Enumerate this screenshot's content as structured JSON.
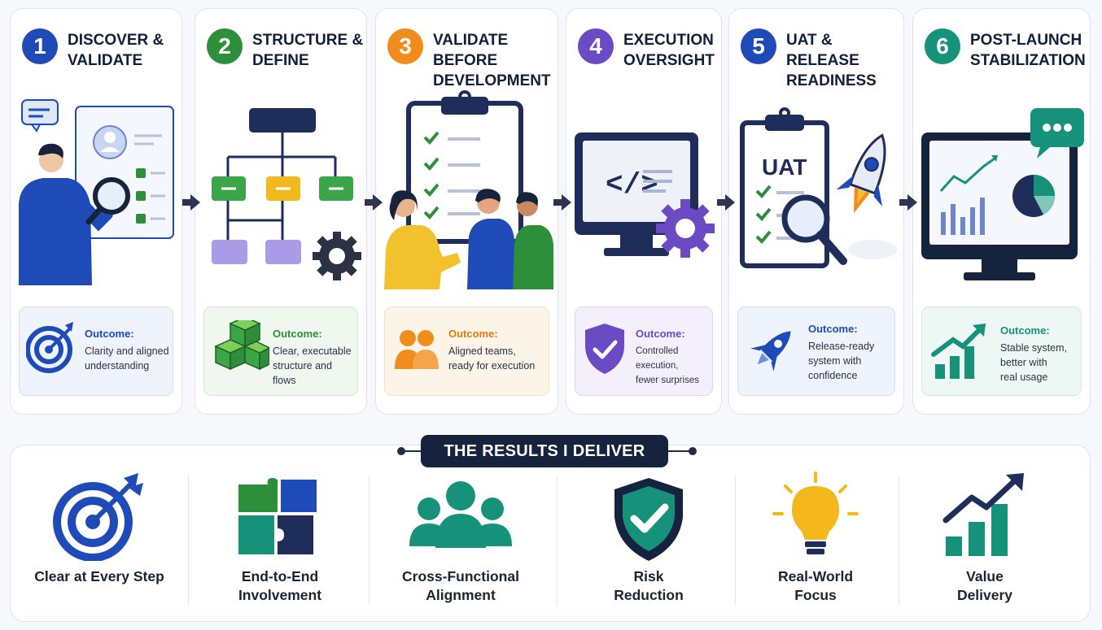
{
  "steps": [
    {
      "number": "1",
      "title": "DISCOVER &\nVALIDATE",
      "color": "#1f4bb8",
      "outcome_label": "Outcome:",
      "outcome_text": "Clarity and aligned\nunderstanding",
      "outcome_bg": "#eef3fc",
      "outcome_border": "#d3def4"
    },
    {
      "number": "2",
      "title": "STRUCTURE &\nDEFINE",
      "color": "#2e8f3a",
      "outcome_label": "Outcome:",
      "outcome_text": "Clear, executable\nstructure and flows",
      "outcome_bg": "#eff7ee",
      "outcome_border": "#d3e8d0"
    },
    {
      "number": "3",
      "title": "VALIDATE BEFORE\nDEVELOPMENT",
      "color": "#f28c1c",
      "outcome_label": "Outcome:",
      "outcome_text": "Aligned teams,\nready for execution",
      "outcome_bg": "#fdf4e8",
      "outcome_border": "#f3dfc2"
    },
    {
      "number": "4",
      "title": "EXECUTION\nOVERSIGHT",
      "color": "#6a4bc4",
      "outcome_label": "Outcome:",
      "outcome_text": "Controlled execution,\nfewer surprises",
      "outcome_bg": "#f3effb",
      "outcome_border": "#ddd4f1"
    },
    {
      "number": "5",
      "title": "UAT & RELEASE\nREADINESS",
      "color": "#1f4bb8",
      "outcome_label": "Outcome:",
      "outcome_text": "Release-ready\nsystem with\nconfidence",
      "outcome_bg": "#eef3fc",
      "outcome_border": "#d3def4"
    },
    {
      "number": "6",
      "title": "POST-LAUNCH\nSTABILIZATION",
      "color": "#16917a",
      "outcome_label": "Outcome:",
      "outcome_text": "Stable system,\nbetter with\nreal usage",
      "outcome_bg": "#edf7f4",
      "outcome_border": "#cfe7df"
    }
  ],
  "illustration_text": {
    "uat": "UAT",
    "code": "</>"
  },
  "results": {
    "title": "THE RESULTS I DELIVER",
    "items": [
      {
        "label": "Clear at Every Step",
        "icon": "target-icon"
      },
      {
        "label": "End-to-End\nInvolvement",
        "icon": "puzzle-icon"
      },
      {
        "label": "Cross-Functional\nAlignment",
        "icon": "team-icon"
      },
      {
        "label": "Risk\nReduction",
        "icon": "shield-check-icon"
      },
      {
        "label": "Real-World\nFocus",
        "icon": "lightbulb-icon"
      },
      {
        "label": "Value\nDelivery",
        "icon": "growth-chart-icon"
      }
    ]
  },
  "colors": {
    "navy": "#15233f",
    "blue": "#1f4bb8",
    "green": "#2e8f3a",
    "orange": "#f28c1c",
    "purple": "#6a4bc4",
    "teal": "#16917a"
  }
}
